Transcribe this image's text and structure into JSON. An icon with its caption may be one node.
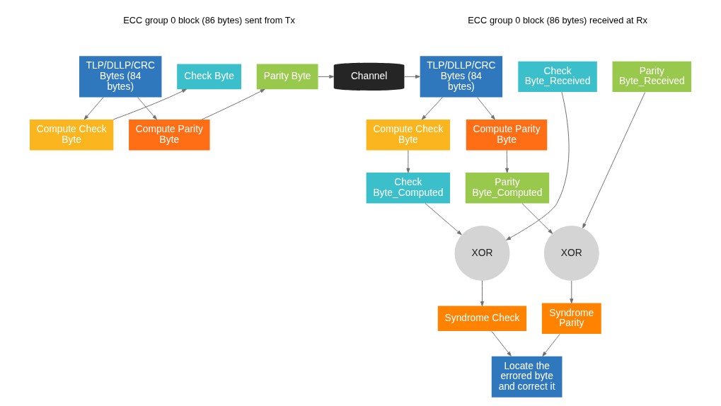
{
  "diagram": {
    "nodes": [
      {
        "text": [
          "TLP/DLLP/CRC Bytes (84 bytes)"
        ]
      },
      {
        "text": [
          "Check Byte"
        ]
      },
      {
        "text": [
          "Parity Byte"
        ]
      },
      {
        "text": [
          "Compute Check Byte"
        ]
      },
      {
        "text": [
          "Compute Parity Byte"
        ]
      },
      {
        "text": [
          "Channel"
        ]
      },
      {
        "text": [
          "TLP/DLLP/CRC Bytes (84 bytes)"
        ]
      },
      {
        "text": [
          "Check Byte_Received"
        ]
      },
      {
        "text": [
          "Parity Byte_Received"
        ]
      },
      {
        "text": [
          "Compute Check Byte"
        ]
      },
      {
        "text": [
          "Compute Parity Byte"
        ]
      },
      {
        "text": [
          "Check Byte_Computed"
        ]
      },
      {
        "text": [
          "Parity Byte_Computed"
        ]
      },
      {
        "text": [
          "XOR"
        ]
      },
      {
        "text": [
          "XOR"
        ]
      },
      {
        "text": [
          "Syndrome Parity"
        ]
      },
      {
        "text": [
          "Syndrome Check"
        ]
      },
      {
        "text": [
          "Locate the errored byte and correct it"
        ]
      }
    ],
    "edges": [
      {
        "from": 0,
        "to": 3,
        "arrow": "to"
      },
      {
        "from": 0,
        "to": 4,
        "arrow": "to"
      },
      {
        "from": 3,
        "to": 1,
        "arrow": "to"
      },
      {
        "from": 4,
        "to": 2,
        "arrow": "to"
      },
      {
        "from": 2,
        "to": 5,
        "arrow": "to"
      },
      {
        "from": 5,
        "to": 6,
        "arrow": "to"
      },
      {
        "from": 6,
        "to": 9,
        "arrow": "to"
      },
      {
        "from": 6,
        "to": 10,
        "arrow": "to"
      },
      {
        "from": 9,
        "to": 11,
        "arrow": "to"
      },
      {
        "from": 10,
        "to": 12,
        "arrow": "to"
      },
      {
        "from": 12,
        "to": 13,
        "arrow": "to"
      },
      {
        "from": 8,
        "to": 13,
        "arrow": "to"
      },
      {
        "from": 11,
        "to": 14,
        "arrow": "to"
      },
      {
        "from": 7,
        "to": 14,
        "arrow": "to"
      },
      {
        "from": 13,
        "to": 15,
        "arrow": "to"
      },
      {
        "from": 14,
        "to": 16,
        "arrow": "to"
      },
      {
        "from": 15,
        "to": 17,
        "arrow": "to"
      },
      {
        "from": 16,
        "to": 17,
        "arrow": "to"
      }
    ],
    "labels": [
      "ECC group 0 block (86 bytes) sent from Tx",
      "ECC group 0 block (86 bytes) received at Rx"
    ]
  }
}
